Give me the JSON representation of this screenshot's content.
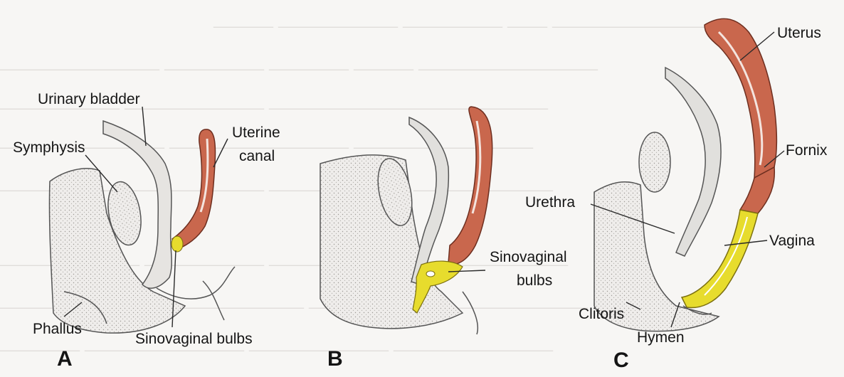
{
  "panels": [
    {
      "letter": "A"
    },
    {
      "letter": "B"
    },
    {
      "letter": "C"
    }
  ],
  "labels": {
    "urinary_bladder": "Urinary bladder",
    "symphysis": "Symphysis",
    "uterine": "Uterine",
    "canal": "canal",
    "phallus": "Phallus",
    "sinovaginal_bulbs_a": "Sinovaginal bulbs",
    "sinovaginal_b1": "Sinovaginal",
    "sinovaginal_b2": "bulbs",
    "uterus": "Uterus",
    "fornix": "Fornix",
    "urethra": "Urethra",
    "vagina": "Vagina",
    "clitoris": "Clitoris",
    "hymen": "Hymen"
  },
  "colors": {
    "uterine_tissue": "#c9674d",
    "sinovaginal_tissue": "#e7dc2d",
    "outline": "#555555",
    "stipple": "#d9d7d4"
  }
}
